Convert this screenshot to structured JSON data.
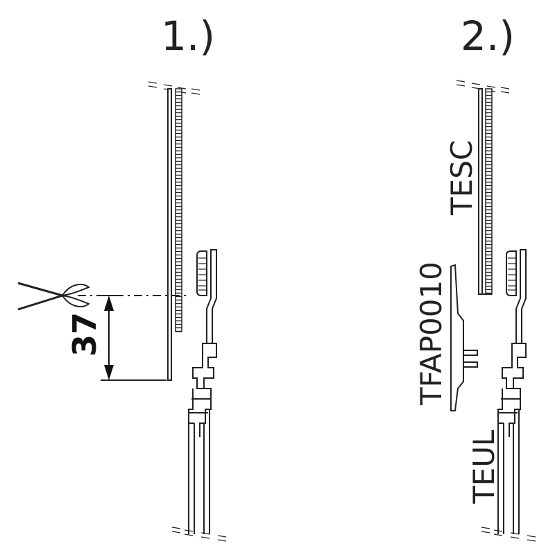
{
  "steps": [
    {
      "label": "1.)"
    },
    {
      "label": "2.)"
    }
  ],
  "dimension": {
    "value": "37"
  },
  "parts": {
    "top_profile": "TESC",
    "adapter": "TFAP0010",
    "bottom_profile": "TEUL"
  }
}
